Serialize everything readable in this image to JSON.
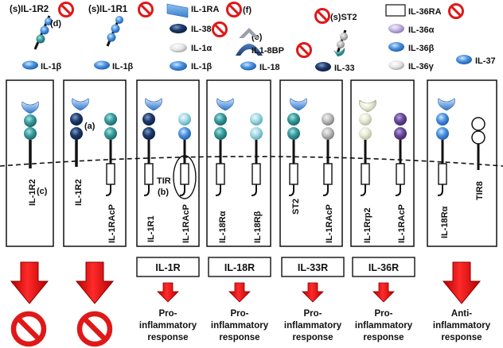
{
  "top_labels": {
    "sil1r2": "(s)IL-1R2",
    "sil1r1": "(s)IL-1R1",
    "il1ra": "IL-1RA",
    "f": "(f)",
    "d": "(d)",
    "il38": "IL-38",
    "il1a": "IL-1α",
    "il1b_key": "IL-1β",
    "e": "(e)",
    "il18bp": "IL1-8BP",
    "il18": "IL-18",
    "sst2": "(s)ST2",
    "il33": "IL-33",
    "il36ra": "IL-36RA",
    "il36a": "IL-36α",
    "il36b": "IL-36β",
    "il36g": "IL-36γ",
    "il37": "IL-37",
    "il1b_1": "IL-1β",
    "il1b_2": "IL-1β"
  },
  "receptors": {
    "il1r2": "IL-1R2",
    "c": "(c)",
    "a": "(a)",
    "il1r2b": "IL-1R2",
    "il1racp1": "IL-1RAcP",
    "il1r1": "IL-1R1",
    "tir": "TIR",
    "b": "(b)",
    "il1racp2": "IL-1RAcP",
    "il18ra": "IL-18Rα",
    "il18rb": "IL-18Rβ",
    "st2": "ST2",
    "il1racp3": "IL-1RAcP",
    "il1rrp2": "IL-1Rrp2",
    "il1racp4": "IL-1RAcP",
    "il18ra2": "IL-18Rα",
    "tir8": "TIR8"
  },
  "complexes": {
    "il1r": "IL-1R",
    "il18r": "IL-18R",
    "il33r": "IL-33R",
    "il36r": "IL-36R"
  },
  "outcomes": {
    "pro1": "Pro-",
    "pro2": "inflammatory",
    "pro3": "response",
    "anti1": "Anti-",
    "anti2": "inflammatory",
    "anti3": "response"
  },
  "colors": {
    "light_blue": "#4f95e0",
    "dark_navy": "#1f3c6e",
    "teal": "#3a9ea0",
    "red": "#e01818",
    "purple": "#6a4c9c",
    "lavender": "#c6b7e2",
    "gray": "#a9a9a9",
    "cream": "#e8ecd6",
    "pale_cyan": "#a8dbe3"
  },
  "icons": [
    "inhibition-icon",
    "red-arrow-icon",
    "cytokine-ligand-icon"
  ]
}
